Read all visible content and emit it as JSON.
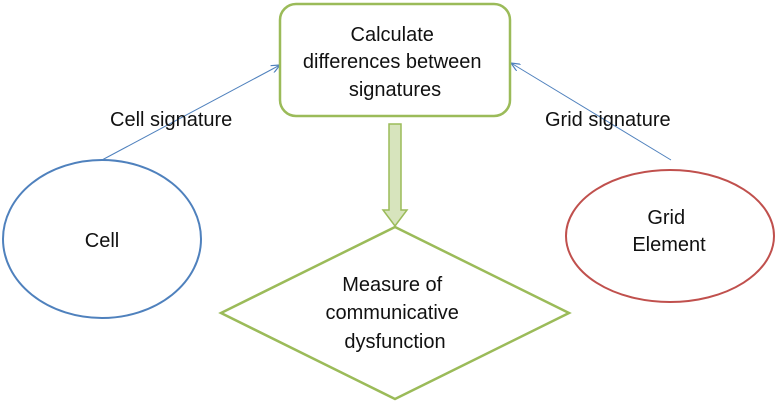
{
  "diagram": {
    "process_box": {
      "lines": [
        "Calculate",
        "differences between",
        "signatures"
      ],
      "border_color": "#9bbb59",
      "fill_color": "#ffffff"
    },
    "cell_node": {
      "label": "Cell",
      "border_color": "#4f81bd"
    },
    "grid_node": {
      "lines": [
        "Grid",
        "Element"
      ],
      "border_color": "#c0504d"
    },
    "result_node": {
      "lines": [
        "Measure of",
        "communicative",
        "dysfunction"
      ],
      "border_color": "#9bbb59"
    },
    "edges": {
      "cell_to_process": {
        "label": "Cell signature",
        "color": "#4f81bd"
      },
      "grid_to_process": {
        "label": "Grid signature",
        "color": "#4f81bd"
      },
      "process_to_result": {
        "fill_color": "#d7e4bd",
        "border_color": "#9bbb59"
      }
    }
  }
}
